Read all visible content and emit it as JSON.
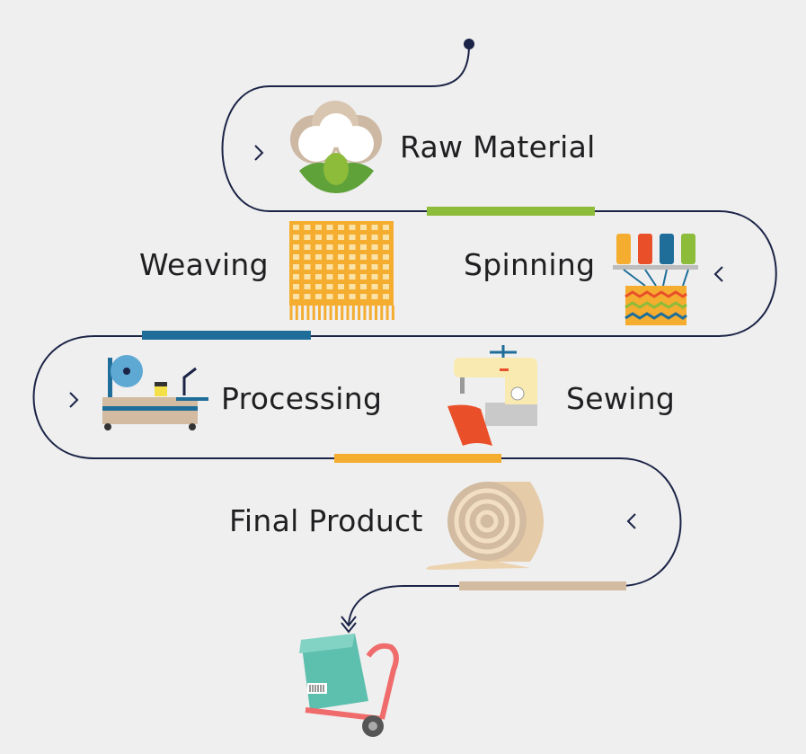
{
  "steps": [
    {
      "label": "Raw Material",
      "icon": "cotton-icon",
      "bar_color": "#8dbb3a"
    },
    {
      "label": "Spinning",
      "icon": "spools-icon",
      "bar_color": "#1f6e9a"
    },
    {
      "label": "Weaving",
      "icon": "woven-fabric-icon",
      "bar_color": "#1f6e9a"
    },
    {
      "label": "Processing",
      "icon": "processing-machine-icon",
      "bar_color": "#f5ad30"
    },
    {
      "label": "Sewing",
      "icon": "sewing-machine-icon",
      "bar_color": "#f5ad30"
    },
    {
      "label": "Final Product",
      "icon": "fabric-roll-icon",
      "bar_color": "#d2bba0"
    }
  ],
  "colors": {
    "path": "#1b2346",
    "background": "#efefef",
    "green": "#8dbb3a",
    "blue": "#1f6e9a",
    "orange": "#f5ad30",
    "tan": "#d2bba0"
  }
}
